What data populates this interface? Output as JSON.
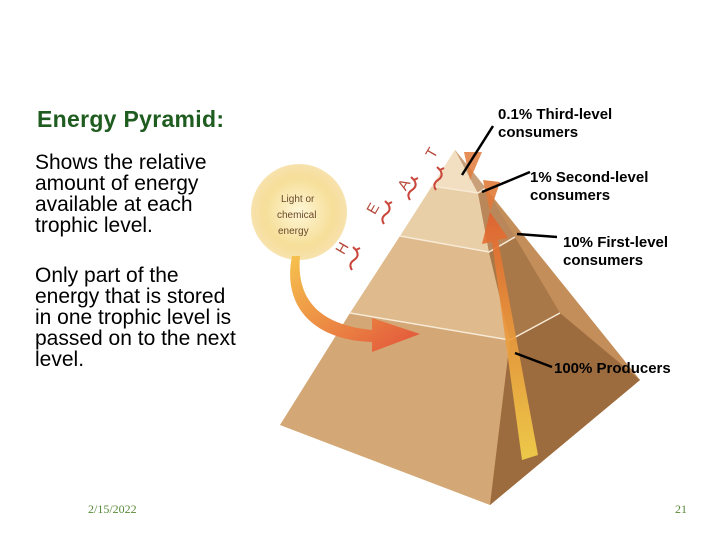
{
  "slide": {
    "title": "Energy Pyramid:",
    "paragraph_1": "Shows the relative\namount of energy\navailable at each\ntrophic level.",
    "paragraph_2": "Only part of the\nenergy that is stored\nin one trophic level is\npassed on to the next\nlevel.",
    "date": "2/15/2022",
    "page_number": "21"
  },
  "pyramid": {
    "sun_label": "Light or\nchemical\nenergy",
    "sun_label_lines": [
      "Light or",
      "chemical",
      "energy"
    ],
    "heat_letters": [
      "H",
      "E",
      "A",
      "T"
    ],
    "levels": [
      {
        "label": "0.1% Third-level\nconsumers"
      },
      {
        "label": "1% Second-level\nconsumers"
      },
      {
        "label": "10% First-level\nconsumers"
      },
      {
        "label": "100% Producers"
      }
    ]
  },
  "colors": {
    "title": "#1f5c1f",
    "footer": "#5a8a3a",
    "pyramid_light": "#e7c9a3",
    "pyramid_dark": "#b07b48",
    "arrow": "#d9362a",
    "sun": "#f6df9a"
  }
}
